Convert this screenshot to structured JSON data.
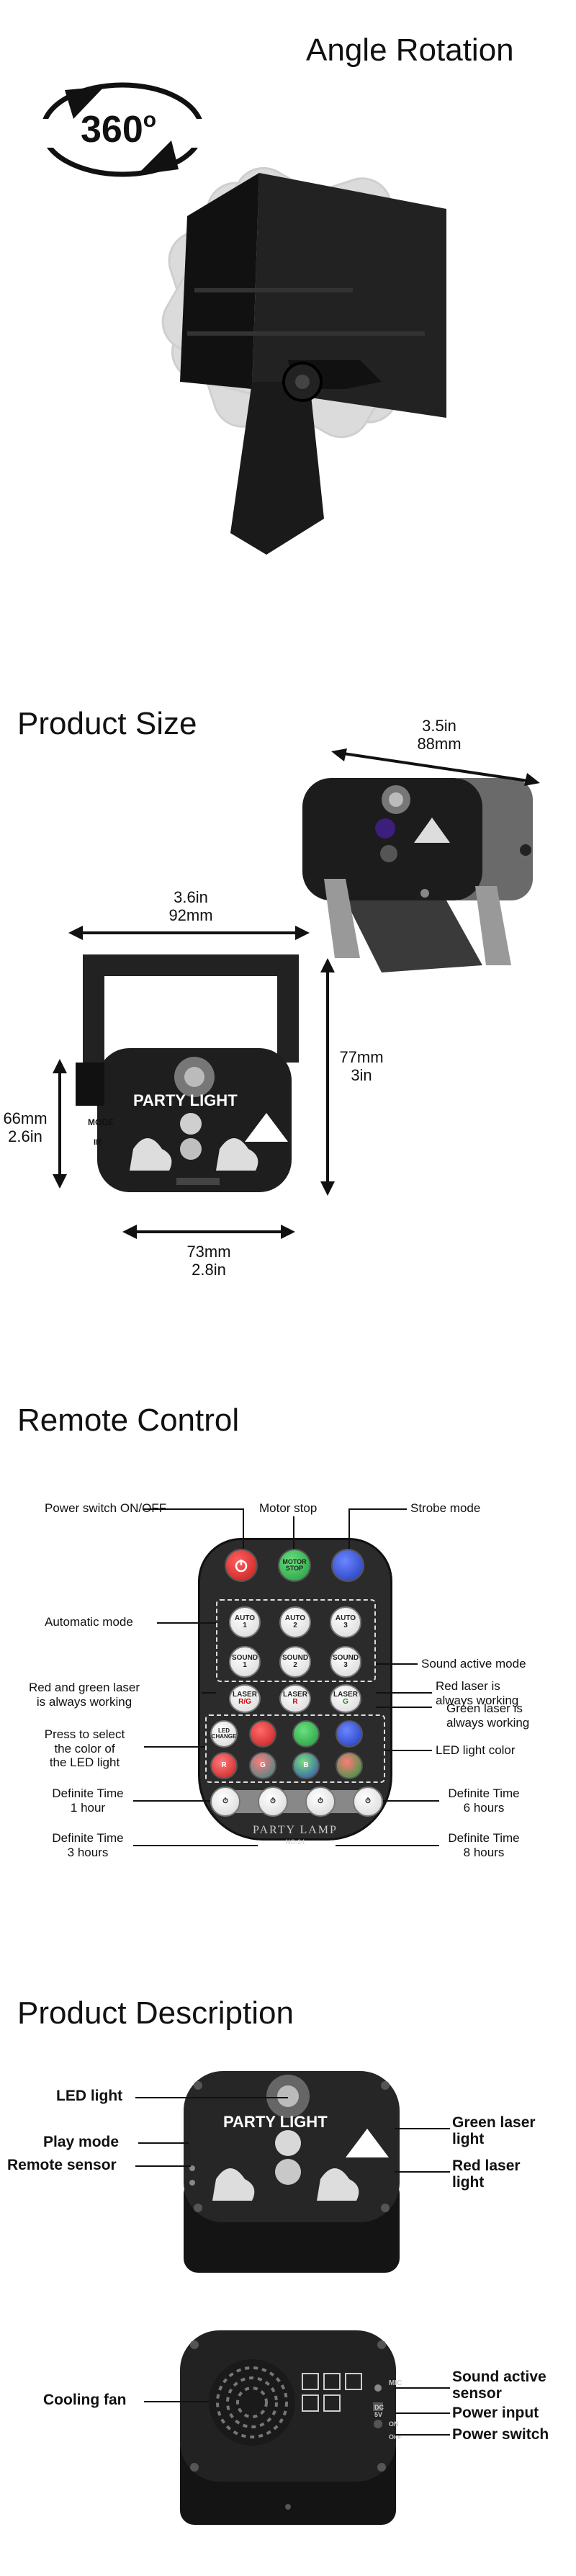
{
  "angle": {
    "title": "Angle Rotation",
    "badge_number": "360",
    "badge_degree": "o"
  },
  "size": {
    "title": "Product Size",
    "top_dims": [
      "3.5in",
      "88mm"
    ],
    "width_dims": [
      "3.6in",
      "92mm"
    ],
    "height_side_dims": [
      "77mm",
      "3in"
    ],
    "height_left_dims": [
      "66mm",
      "2.6in"
    ],
    "bottom_dims": [
      "73mm",
      "2.8in"
    ],
    "device_text": {
      "brand": "PARTY LIGHT",
      "mode": "MODE",
      "ir": "IR"
    }
  },
  "remote": {
    "title": "Remote Control",
    "labels": {
      "power": "Power switch ON/OFF",
      "motor": "Motor stop",
      "strobe": "Strobe mode",
      "automatic": "Automatic mode",
      "sound": "Sound active mode",
      "red_green": [
        "Red and green laser",
        "is always working"
      ],
      "red_laser": [
        "Red  laser is",
        "always working"
      ],
      "green_laser": [
        "Green laser is",
        "always working"
      ],
      "press_select": [
        "Press to select",
        "the color of",
        "the LED light"
      ],
      "led_color": "LED light color",
      "time1": [
        "Definite Time",
        "1 hour"
      ],
      "time6": [
        "Definite Time",
        "6 hours"
      ],
      "time3": [
        "Definite Time",
        "3 hours"
      ],
      "time8": [
        "Definite Time",
        "8 hours"
      ]
    },
    "buttons": {
      "motor": [
        "MOTOR",
        "STOP"
      ],
      "auto": [
        "AUTO",
        "AUTO",
        "AUTO"
      ],
      "auto_nums": [
        "1",
        "2",
        "3"
      ],
      "sound": [
        "SOUND",
        "SOUND",
        "SOUND"
      ],
      "sound_nums": [
        "1",
        "2",
        "3"
      ],
      "laser": [
        "LASER",
        "LASER",
        "LASER"
      ],
      "laser_sub": [
        "R/G",
        "R",
        "G"
      ],
      "led": [
        "LED",
        "CHANGE"
      ],
      "colors": [
        "R",
        "G",
        "B"
      ],
      "footer": "PARTY LAMP",
      "model": "NO-24"
    }
  },
  "desc": {
    "title": "Product Description",
    "led_light": "LED light",
    "play_mode": "Play mode",
    "remote_sensor": "Remote sensor",
    "green_laser": [
      "Green laser",
      "light"
    ],
    "red_laser": [
      "Red laser",
      "light"
    ],
    "cooling_fan": "Cooling fan",
    "sound_sensor": [
      "Sound active",
      "sensor"
    ],
    "power_input": "Power input",
    "power_switch": "Power switch",
    "back_marks": {
      "mic": "MIC",
      "dc": "DC 5V",
      "on": "ON",
      "off": "OFF"
    }
  },
  "colors": {
    "device_body": "#1c1c1c",
    "device_face": "#2a2a2a",
    "remote_body": "#2b2b2b",
    "red": "#d8282c",
    "green": "#2aa64a",
    "blue": "#2747c8",
    "line": "#111111"
  }
}
